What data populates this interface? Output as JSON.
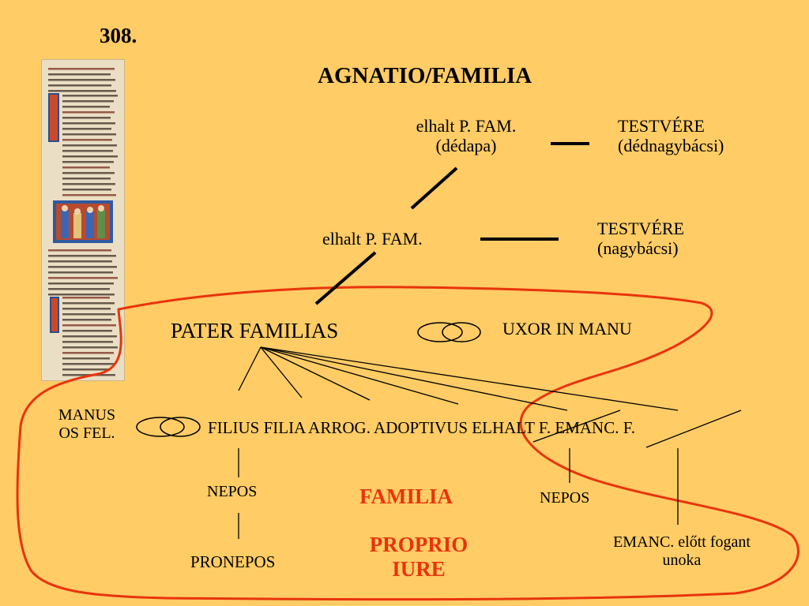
{
  "slide_number": "308.",
  "title": "AGNATIO/FAMILIA",
  "nodes": {
    "great_grandfather": {
      "name": "elhalt P. FAM.",
      "note": "(dédapa)"
    },
    "great_uncle": {
      "name": "TESTVÉRE",
      "note": "(dédnagybácsi)"
    },
    "grandfather": {
      "name": "elhalt P. FAM."
    },
    "uncle": {
      "name": "TESTVÉRE",
      "note": "(nagybácsi)"
    },
    "pater_familias": "PATER FAMILIAS",
    "uxor": "UXOR IN MANU",
    "manus": {
      "line1": "MANUS",
      "line2": "OS FEL."
    },
    "children_row": "FILIUS FILIA ARROG. ADOPTIVUS ELHALT F. EMANC. F.",
    "nepos_left": "NEPOS",
    "pronepos": "PRONEPOS",
    "nepos_right": "NEPOS",
    "emanc_grandchild": {
      "line1": "EMANC. előtt fogant",
      "line2": "unoka"
    }
  },
  "familia_label": "FAMILIA",
  "proprio_iure": {
    "line1": "PROPRIO",
    "line2": "IURE"
  },
  "colors": {
    "background": "#FFCC66",
    "boundary": "#E8340C",
    "label_red": "#E8340C",
    "ink": "#000000"
  }
}
